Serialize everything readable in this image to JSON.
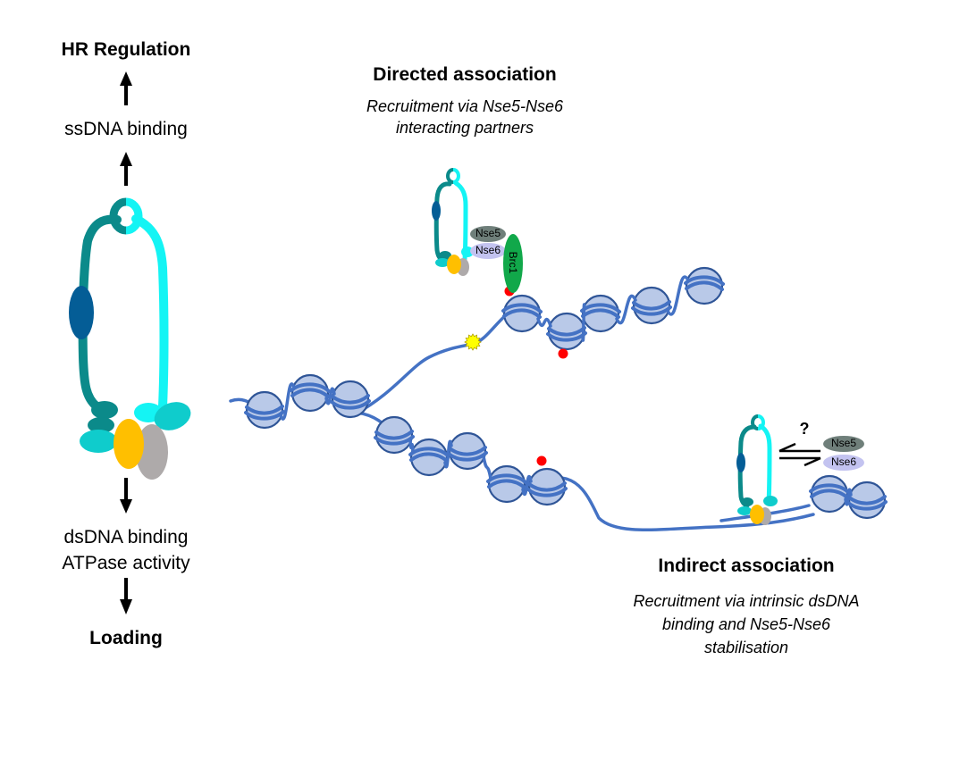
{
  "left_panel": {
    "hr_regulation": "HR Regulation",
    "ssdna_binding": "ssDNA binding",
    "dsdna_binding": "dsDNA binding",
    "atpase_activity": "ATPase activity",
    "loading": "Loading"
  },
  "directed": {
    "title": "Directed association",
    "subtitle_line1": "Recruitment via Nse5-Nse6",
    "subtitle_line2": "interacting partners",
    "nse5": "Nse5",
    "nse6": "Nse6",
    "brc1": "Brc1"
  },
  "indirect": {
    "title": "Indirect association",
    "subtitle_line1": "Recruitment via intrinsic dsDNA",
    "subtitle_line2": "binding and Nse5-Nse6",
    "subtitle_line3": "stabilisation",
    "question": "?",
    "nse5": "Nse5",
    "nse6": "Nse6"
  },
  "colors": {
    "arm_dark": "#0b8a8a",
    "arm_light": "#14f4f4",
    "hinge_domain": "#045d96",
    "head_cyan": "#0fcccc",
    "kleisin_yellow": "#ffbf00",
    "kite_grey": "#aeaaaa",
    "nse5": "#6f7f7a",
    "nse6": "#c3c3f0",
    "brc1": "#11a84a",
    "nucleosome_fill": "#b9c9e8",
    "nucleosome_stroke": "#2f5597",
    "dna": "#4472c4",
    "mark_red": "#ff0000",
    "damage_yellow": "#ffff00"
  }
}
